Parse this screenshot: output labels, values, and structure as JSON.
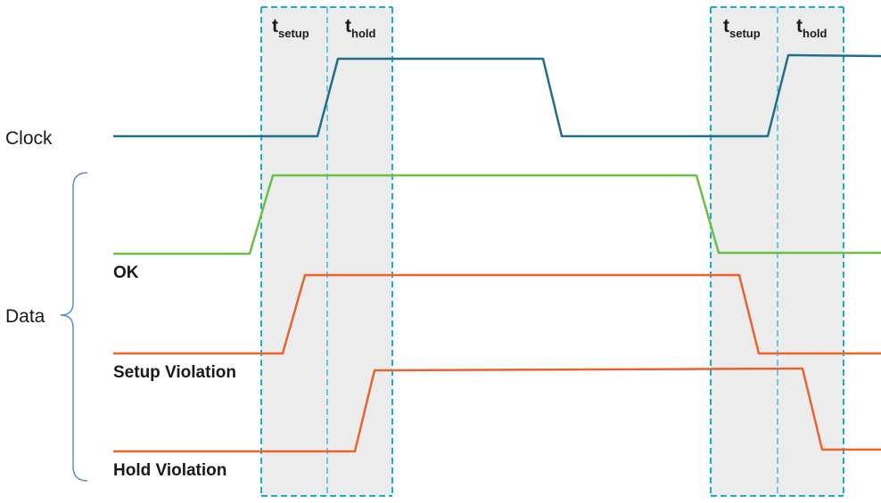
{
  "signals": {
    "clock_label": "Clock",
    "data_label": "Data"
  },
  "cases": {
    "ok": "OK",
    "setup_violation": "Setup Violation",
    "hold_violation": "Hold Violation"
  },
  "timing_windows": [
    {
      "setup_main": "t",
      "setup_sub": "setup",
      "hold_main": "t",
      "hold_sub": "hold"
    },
    {
      "setup_main": "t",
      "setup_sub": "setup",
      "hold_main": "t",
      "hold_sub": "hold"
    }
  ],
  "colors": {
    "clock": "#1f6e8c",
    "ok": "#6abf45",
    "setup_violation": "#e8642c",
    "hold_violation": "#e8642c",
    "window_fill": "#ececec",
    "window_border": "#1aaecd",
    "bracket": "#5b8fc7"
  }
}
